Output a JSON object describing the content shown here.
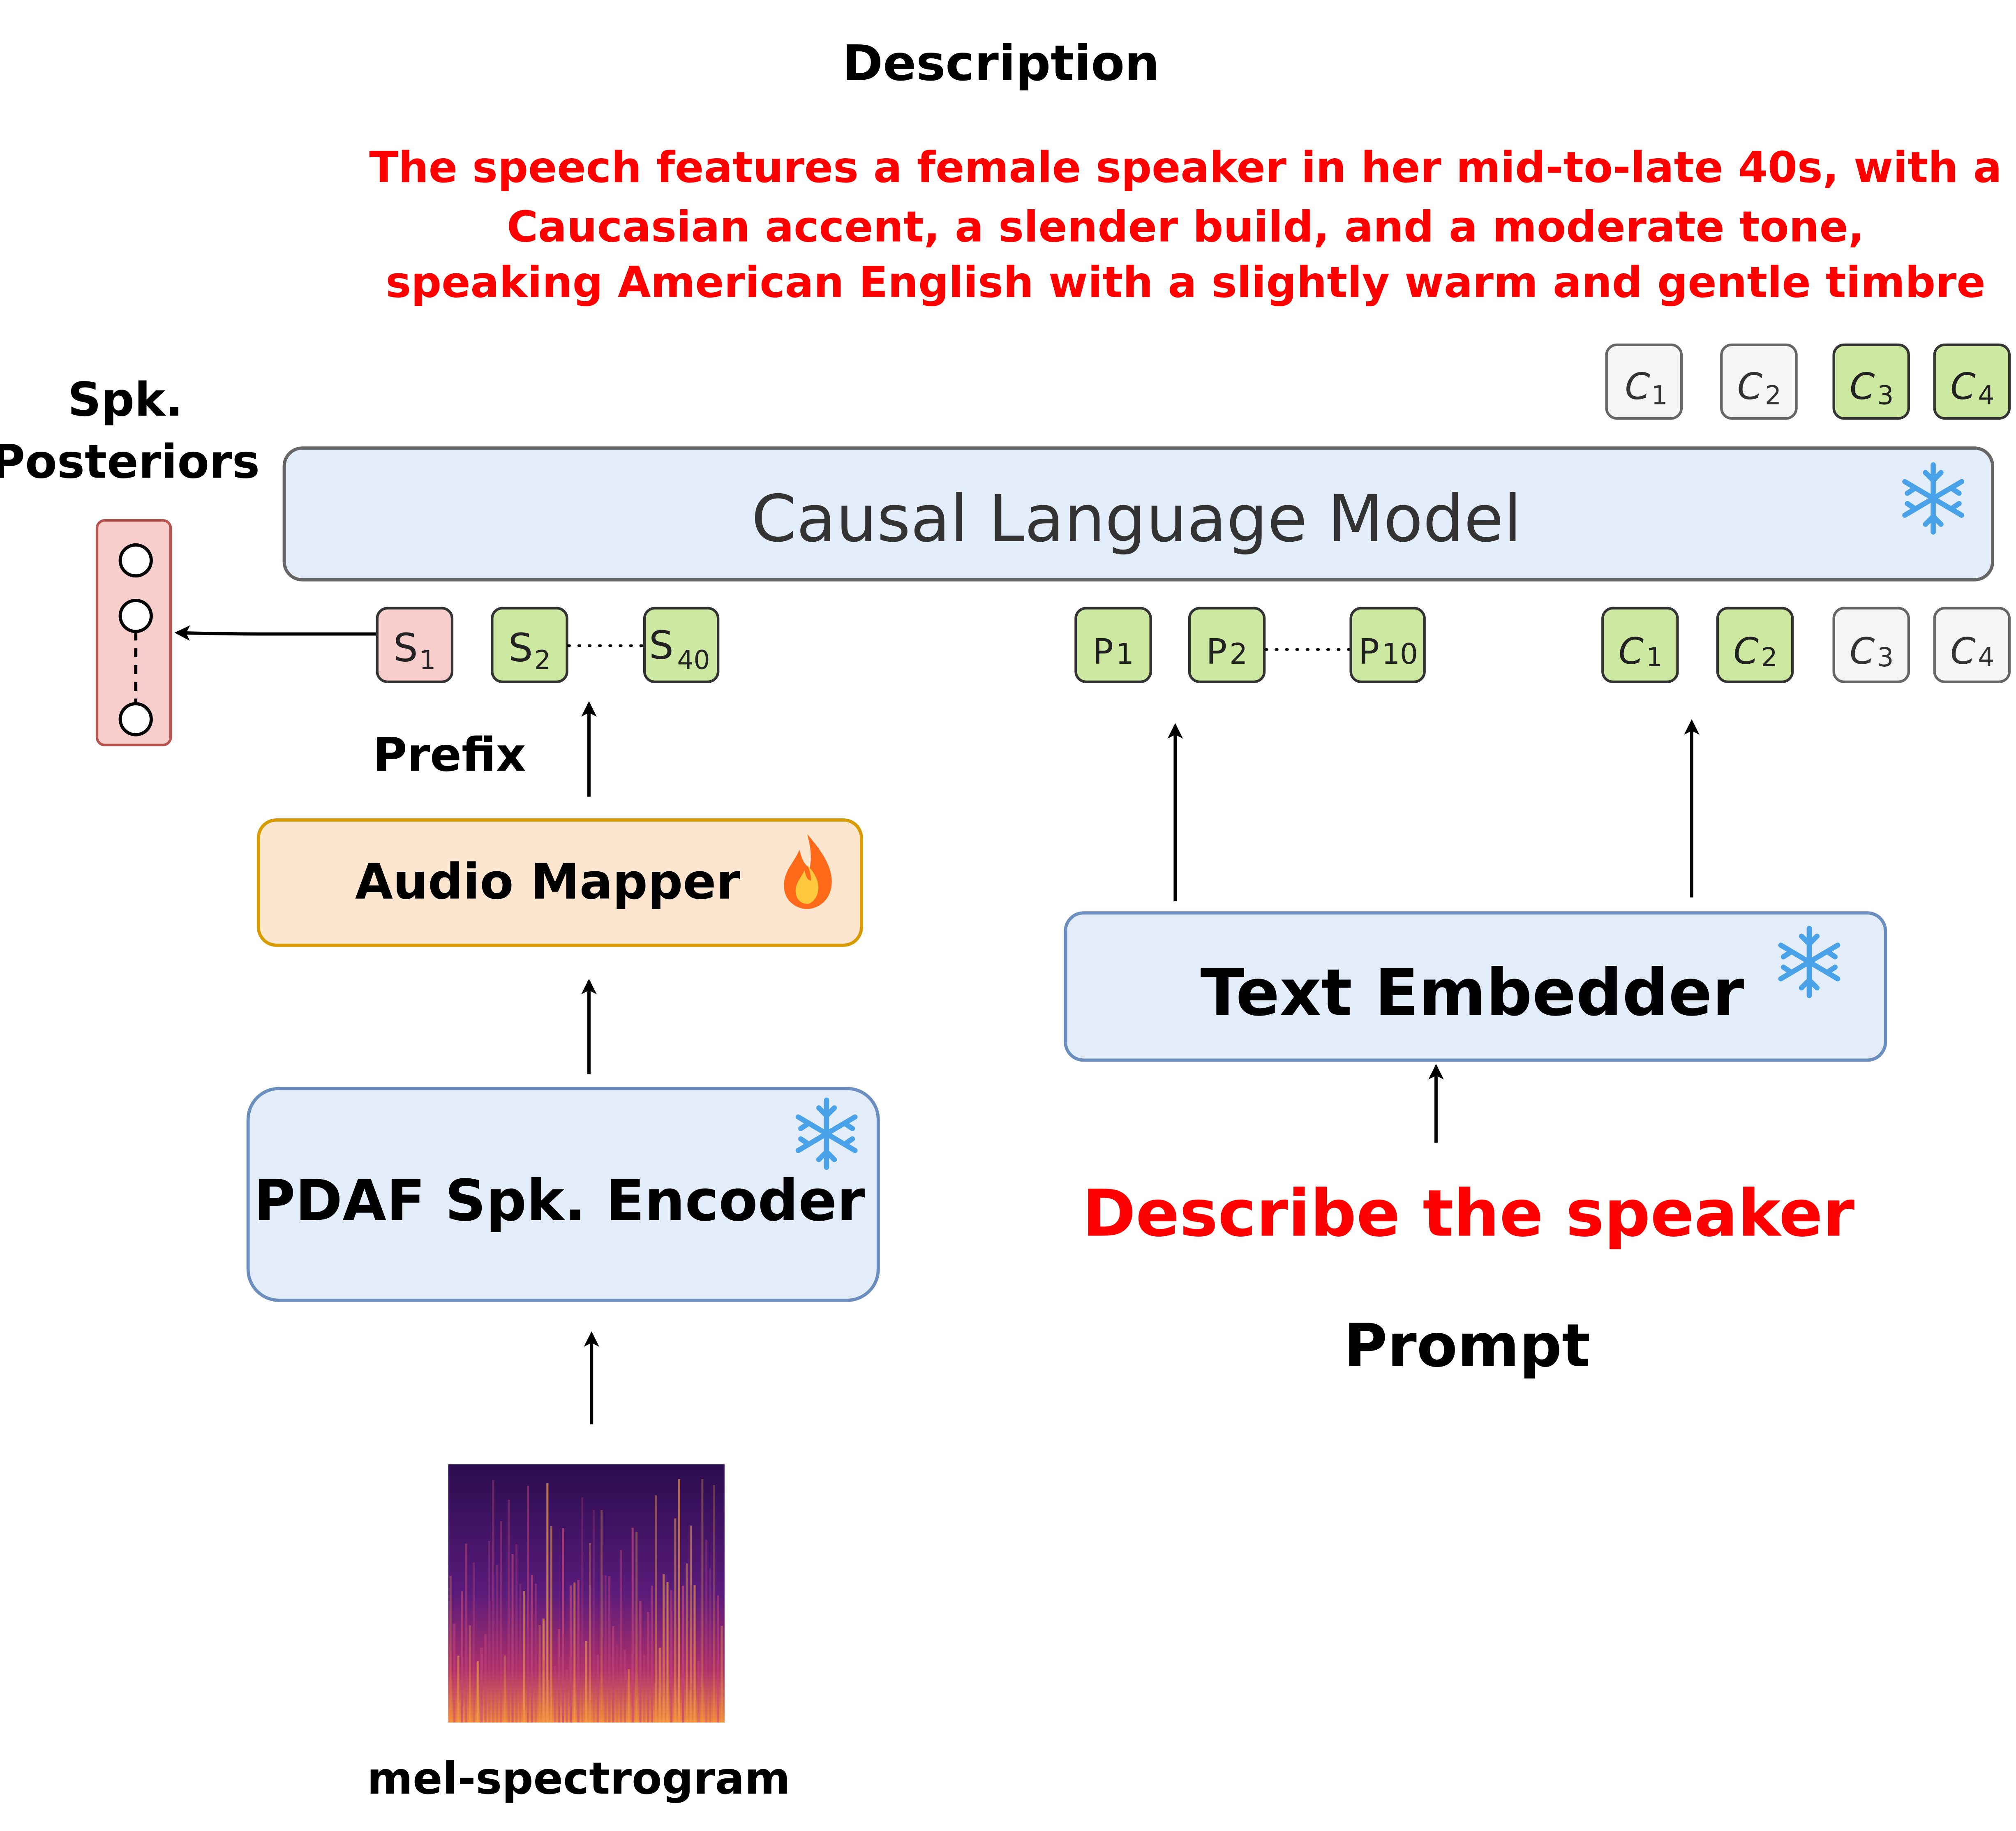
{
  "description": {
    "title": "Description",
    "lines": [
      "The speech features a female speaker in her mid-to-late 40s, with a",
      "Caucasian accent, a slender build, and a moderate tone,",
      "speaking American English with a slightly warm and gentle timbre"
    ]
  },
  "spk_posteriors": {
    "label_line1": "Spk.",
    "label_line2": "Posteriors"
  },
  "causal_lm": {
    "label": "Causal Language Model",
    "icon": "snowflake-icon"
  },
  "output_tokens": [
    "C",
    "C",
    "C",
    "C"
  ],
  "output_token_subs": [
    "1",
    "2",
    "3",
    "4"
  ],
  "prefix_tokens": {
    "s1": "S",
    "s1_sub": "1",
    "s2": "S",
    "s2_sub": "2",
    "s40": "S",
    "s40_sub": "40"
  },
  "prompt_tokens": {
    "p1": "P",
    "p1_sub": "1",
    "p2": "P",
    "p2_sub": "2",
    "p10": "P",
    "p10_sub": "10"
  },
  "caption_tokens": [
    "C",
    "C",
    "C",
    "C"
  ],
  "caption_token_subs": [
    "1",
    "2",
    "3",
    "4"
  ],
  "prefix_label": "Prefix",
  "audio_mapper": {
    "label": "Audio Mapper",
    "icon": "flame-icon"
  },
  "text_embedder": {
    "label": "Text Embedder",
    "icon": "snowflake-icon"
  },
  "speaker_encoder": {
    "label": "PDAF Spk. Encoder",
    "icon": "snowflake-icon"
  },
  "prompt": {
    "text": "Describe the speaker",
    "label": "Prompt"
  },
  "spectrogram": {
    "label": "mel-spectrogram"
  },
  "colors": {
    "red_text": "#ff0000",
    "frozen_fill": "#e3edf9",
    "frozen_stroke": "#6c8ebf",
    "mapper_fill": "#fde6cf",
    "mapper_stroke": "#d79b00",
    "green_fill": "#cde8a1",
    "gray_stroke": "#666666",
    "pink_fill": "#f8cecc",
    "pink_stroke": "#b85450"
  }
}
